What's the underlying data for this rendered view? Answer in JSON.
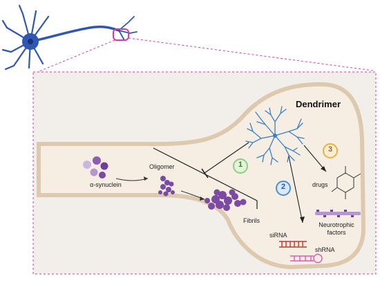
{
  "diagram": {
    "labels": {
      "dendrimer": "Dendrimer",
      "alpha_synuclein": "α-synuclein",
      "oligomer": "Oligomer",
      "fibrils": "Fibrils",
      "drugs": "drugs",
      "sirna": "siRNA",
      "shrna": "shRNA",
      "neurotrophic_line1": "Neurotrophic",
      "neurotrophic_line2": "factors"
    },
    "steps": [
      "1",
      "2",
      "3"
    ],
    "colors": {
      "neuron": "#2f56b0",
      "nucleus": "#1a2f7a",
      "zoom_box": "#d63aa5",
      "cell_fill": "#f6ede3",
      "cell_outline": "#dcc9ae",
      "inset_fill": "#f2eee9",
      "dendrimer": "#3a7fc9",
      "protein": "#7b4aa3",
      "step1": "#8fcf7a",
      "step2": "#4d8fd6",
      "step3": "#e6b04a"
    }
  }
}
